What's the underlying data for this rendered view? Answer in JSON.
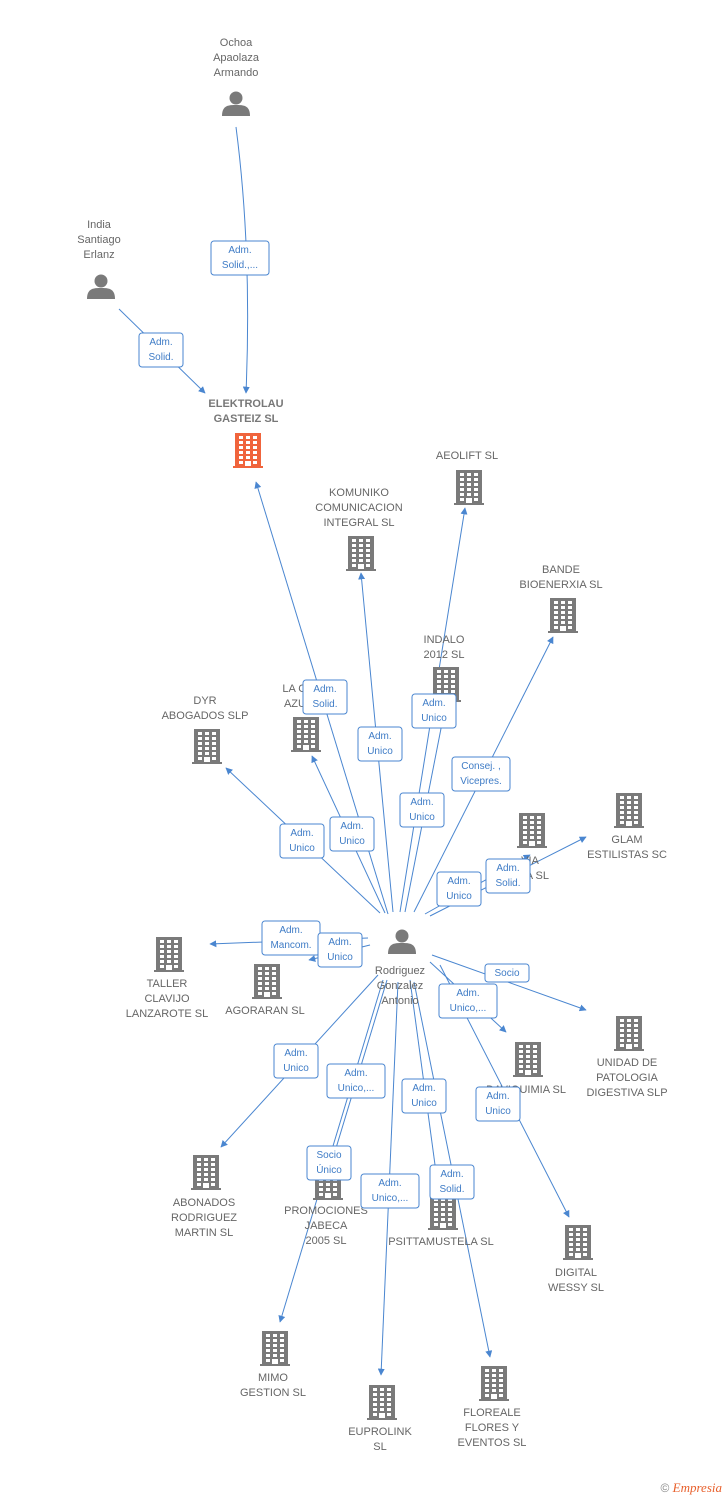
{
  "colors": {
    "edge": "#4a86d0",
    "company": "#7a7a7a",
    "focus_company": "#f0643c",
    "person": "#7a7a7a"
  },
  "people": [
    {
      "id": "ochoa",
      "lines": [
        "Ochoa",
        "Apaolaza",
        "Armando"
      ]
    },
    {
      "id": "india",
      "lines": [
        "India",
        "Santiago",
        "Erlanz"
      ]
    },
    {
      "id": "rodriguez",
      "lines": [
        "Rodriguez",
        "Gonzalez",
        "Antonio"
      ]
    }
  ],
  "companies": [
    {
      "id": "elektrolau",
      "lines": [
        "ELEKTROLAU",
        "GASTEIZ  SL"
      ],
      "focus": true
    },
    {
      "id": "aeolift",
      "lines": [
        "AEOLIFT SL"
      ]
    },
    {
      "id": "komuniko",
      "lines": [
        "KOMUNIKO",
        "COMUNICACION",
        "INTEGRAL  SL"
      ]
    },
    {
      "id": "bande",
      "lines": [
        "BANDE",
        "BIOENERXIA SL"
      ]
    },
    {
      "id": "indalo",
      "lines": [
        "INDALO",
        "2012 SL"
      ]
    },
    {
      "id": "lacasa",
      "lines": [
        "LA CA",
        "AZUL"
      ]
    },
    {
      "id": "dyr",
      "lines": [
        "DYR",
        "ABOGADOS  SLP"
      ]
    },
    {
      "id": "via",
      "lines": [
        "VIA",
        "TRA SL"
      ]
    },
    {
      "id": "glam",
      "lines": [
        "GLAM",
        "ESTILISTAS SC"
      ]
    },
    {
      "id": "taller",
      "lines": [
        "TALLER",
        "CLAVIJO",
        "LANZAROTE SL"
      ]
    },
    {
      "id": "agoraran",
      "lines": [
        "AGORARAN  SL"
      ]
    },
    {
      "id": "unidad",
      "lines": [
        "UNIDAD DE",
        "PATOLOGIA",
        "DIGESTIVA SLP"
      ]
    },
    {
      "id": "daviquimia",
      "lines": [
        "DAVIQUIMIA SL"
      ]
    },
    {
      "id": "abonados",
      "lines": [
        "ABONADOS",
        "RODRIGUEZ",
        "MARTIN  SL"
      ]
    },
    {
      "id": "promociones",
      "lines": [
        "PROMOCIONES",
        "JABECA",
        "2005  SL"
      ]
    },
    {
      "id": "psittamustela",
      "lines": [
        "PSITTAMUSTELA SL"
      ]
    },
    {
      "id": "digital",
      "lines": [
        "DIGITAL",
        "WESSY  SL"
      ]
    },
    {
      "id": "mimo",
      "lines": [
        "MIMO",
        "GESTION  SL"
      ]
    },
    {
      "id": "euprolink",
      "lines": [
        "EUPROLINK",
        "SL"
      ]
    },
    {
      "id": "floreale",
      "lines": [
        "FLOREALE",
        "FLORES Y",
        "EVENTOS  SL"
      ]
    }
  ],
  "edges": [
    {
      "from": "ochoa",
      "to": "elektrolau",
      "role": [
        "Adm.",
        "Solid.,..."
      ]
    },
    {
      "from": "india",
      "to": "elektrolau",
      "role": [
        "Adm.",
        "Solid."
      ]
    },
    {
      "from": "rodriguez",
      "to": "elektrolau",
      "role": [
        "Adm.",
        "Solid."
      ]
    },
    {
      "from": "rodriguez",
      "to": "komuniko",
      "role": [
        "Adm.",
        "Unico"
      ]
    },
    {
      "from": "rodriguez",
      "to": "aeolift",
      "role": [
        "Adm.",
        "Unico"
      ]
    },
    {
      "from": "rodriguez",
      "to": "indalo",
      "role": [
        "Adm.",
        "Unico"
      ]
    },
    {
      "from": "rodriguez",
      "to": "bande",
      "role": [
        "Consej. ,",
        "Vicepres."
      ]
    },
    {
      "from": "rodriguez",
      "to": "dyr",
      "role": [
        "Adm.",
        "Unico"
      ]
    },
    {
      "from": "rodriguez",
      "to": "lacasa",
      "role": [
        "Adm.",
        "Unico"
      ]
    },
    {
      "from": "rodriguez",
      "to": "via",
      "role": [
        "Adm.",
        "Unico"
      ]
    },
    {
      "from": "rodriguez",
      "to": "glam",
      "role": [
        "Adm.",
        "Solid."
      ]
    },
    {
      "from": "rodriguez",
      "to": "taller",
      "role": [
        "Adm.",
        "Mancom."
      ]
    },
    {
      "from": "rodriguez",
      "to": "agoraran",
      "role": [
        "Adm.",
        "Unico"
      ]
    },
    {
      "from": "rodriguez",
      "to": "unidad",
      "role": [
        "Socio"
      ]
    },
    {
      "from": "rodriguez",
      "to": "daviquimia",
      "role": [
        "Adm.",
        "Unico,..."
      ]
    },
    {
      "from": "rodriguez",
      "to": "abonados",
      "role": [
        "Adm.",
        "Unico"
      ]
    },
    {
      "from": "rodriguez",
      "to": "promociones",
      "role": [
        "Adm.",
        "Unico,..."
      ]
    },
    {
      "from": "rodriguez",
      "to": "psittamustela",
      "role": [
        "Adm.",
        "Unico"
      ]
    },
    {
      "from": "rodriguez",
      "to": "digital",
      "role": [
        "Adm.",
        "Unico"
      ]
    },
    {
      "from": "rodriguez",
      "to": "mimo",
      "role": [
        "Socio",
        "Único"
      ]
    },
    {
      "from": "rodriguez",
      "to": "euprolink",
      "role": [
        "Adm.",
        "Unico,..."
      ]
    },
    {
      "from": "rodriguez",
      "to": "floreale",
      "role": [
        "Adm.",
        "Solid."
      ]
    }
  ],
  "footer": {
    "copyright": "©",
    "brand": "Empresia"
  }
}
